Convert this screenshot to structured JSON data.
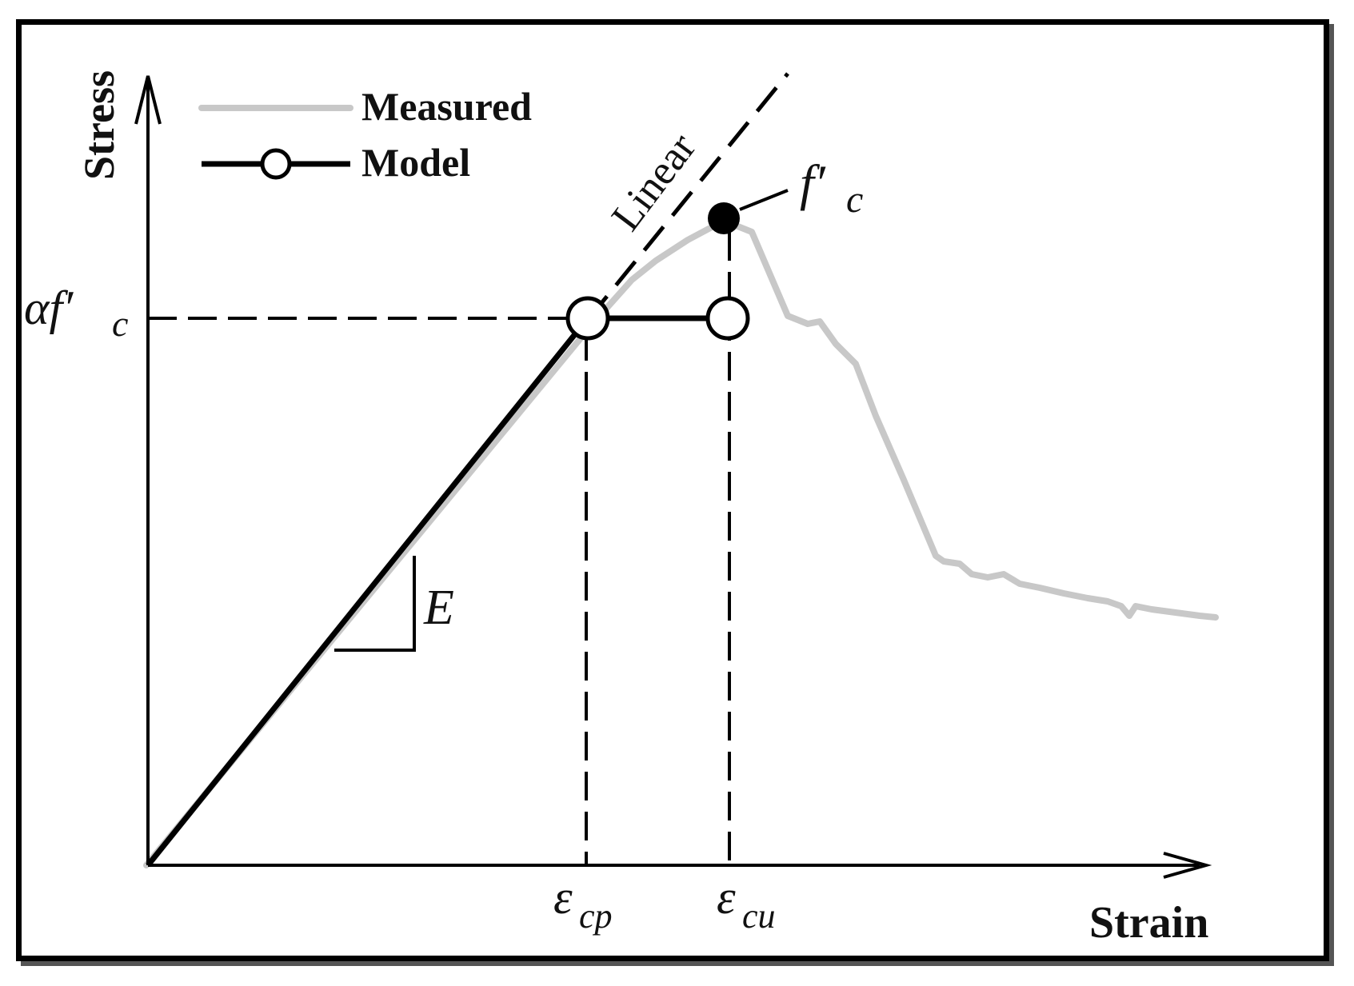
{
  "axes": {
    "y_label": "Stress",
    "x_label": "Strain"
  },
  "legend": {
    "measured_label": "Measured",
    "model_label": "Model"
  },
  "annotations": {
    "linear_label": "Linear",
    "peak_label_main": "f′",
    "peak_label_sub": "c",
    "alpha_main": "αf′",
    "alpha_sub": "c",
    "modulus_label": "E",
    "eps_cp_main": "ε",
    "eps_cp_sub": "cp",
    "eps_cu_main": "ε",
    "eps_cu_sub": "cu"
  },
  "colors": {
    "model": "#000000",
    "measured": "#c8c8c8",
    "frame": "#000000"
  }
}
